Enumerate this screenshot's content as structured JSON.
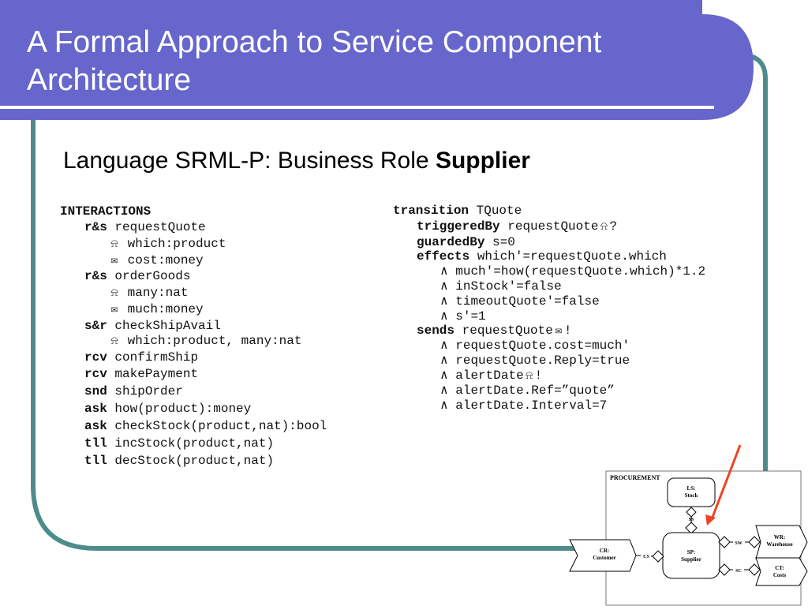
{
  "title": "A Formal Approach to Service Component Architecture",
  "subtitle": {
    "prefix": "Language SRML-P: Business Role ",
    "emphasis": "Supplier"
  },
  "interactions": {
    "header": "INTERACTIONS",
    "lines": [
      {
        "kw": "r&s",
        "text": "requestQuote"
      },
      {
        "icon": "bell",
        "text": "which:product"
      },
      {
        "icon": "envelope",
        "text": "cost:money"
      },
      {
        "kw": "r&s",
        "text": "orderGoods"
      },
      {
        "icon": "bell",
        "text": "many:nat"
      },
      {
        "icon": "envelope",
        "text": "much:money"
      },
      {
        "kw": "s&r",
        "text": "checkShipAvail"
      },
      {
        "icon": "bell",
        "text": "which:product, many:nat"
      },
      {
        "kw": "rcv",
        "text": "confirmShip"
      },
      {
        "kw": "rcv",
        "text": "makePayment"
      },
      {
        "kw": "snd",
        "text": "shipOrder"
      },
      {
        "kw": "ask",
        "text": "how(product):money"
      },
      {
        "kw": "ask",
        "text": "checkStock(product,nat):bool"
      },
      {
        "kw": "tll",
        "text": "incStock(product,nat)"
      },
      {
        "kw": "tll",
        "text": "decStock(product,nat)"
      }
    ]
  },
  "transition": {
    "lines": [
      {
        "kw": "transition",
        "text": "TQuote"
      },
      {
        "kw": "triggeredBy",
        "text": "requestQuote",
        "icon": "bell",
        "suffix": "?"
      },
      {
        "kw": "guardedBy",
        "text": "s=0"
      },
      {
        "kw": "effects",
        "text": "which′=requestQuote.which"
      },
      {
        "conj": "∧",
        "text": "much′=how(requestQuote.which)*1.2"
      },
      {
        "conj": "∧",
        "text": "inStock′=false"
      },
      {
        "conj": "∧",
        "text": "timeoutQuote′=false"
      },
      {
        "conj": "∧",
        "text": "s′=1"
      },
      {
        "kw": "sends",
        "text": "requestQuote",
        "icon": "envelope",
        "suffix": "!"
      },
      {
        "conj": "∧",
        "text": "requestQuote.cost=much′"
      },
      {
        "conj": "∧",
        "text": "requestQuote.Reply=true"
      },
      {
        "conj": "∧",
        "text": "alertDate",
        "icon": "bell",
        "suffix": "!"
      },
      {
        "conj": "∧",
        "text": "alertDate.Ref=”quote”"
      },
      {
        "conj": "∧",
        "text": "alertDate.Interval=7"
      }
    ]
  },
  "diagram": {
    "title": "PROCUREMENT",
    "ls_label": "LS:",
    "ls_sub": "Stock",
    "ss_label": "SS",
    "sp_label": "SP:",
    "sp_sub": "Supplier",
    "cr_label": "CR:",
    "cr_sub": "Customer",
    "cs_label": "CS",
    "sw_label": "SW",
    "wr_label": "WR:",
    "wr_sub": "Warehouse",
    "sc_label": "SC",
    "ct_label": "CT:",
    "ct_sub": "Costs"
  },
  "icons": {
    "bell": "bell-icon",
    "envelope": "envelope-icon"
  },
  "colors": {
    "title_bar": "#6666cc",
    "frame": "#4e8c8c",
    "arrow": "#ee4422"
  }
}
